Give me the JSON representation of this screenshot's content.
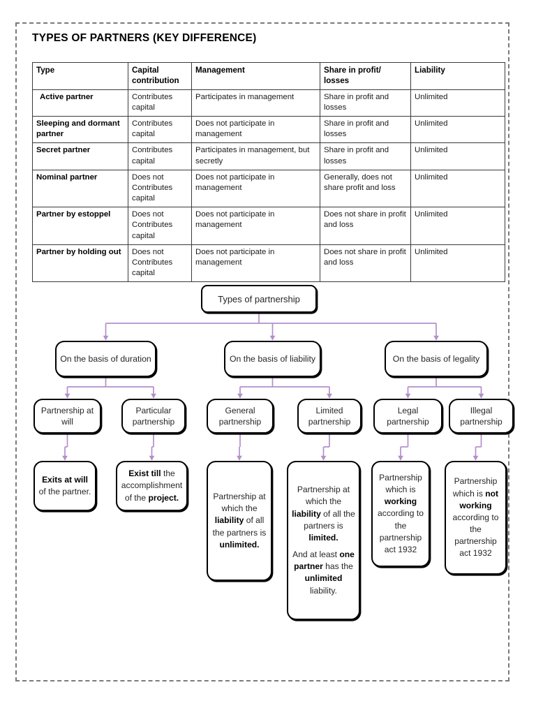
{
  "document": {
    "title": "TYPES OF PARTNERS (KEY DIFFERENCE)"
  },
  "table": {
    "headers": [
      "Type",
      "Capital contribution",
      "Management",
      "Share in profit/ losses",
      "Liability"
    ],
    "rows": [
      {
        "type": "Active partner",
        "capital": "Contributes capital",
        "management": "Participates in management",
        "share": "Share in profit and losses",
        "liability": "Unlimited"
      },
      {
        "type": "Sleeping and dormant partner",
        "capital": "Contributes capital",
        "management": "Does not participate in management",
        "share": "Share in profit and losses",
        "liability": "Unlimited"
      },
      {
        "type": "Secret partner",
        "capital": "Contributes capital",
        "management": "Participates in management, but secretly",
        "share": "Share in profit and losses",
        "liability": "Unlimited"
      },
      {
        "type": "Nominal partner",
        "capital": "Does not Contributes capital",
        "management": "Does not participate in management",
        "share": "Generally, does not share profit and loss",
        "liability": "Unlimited"
      },
      {
        "type": "Partner by estoppel",
        "capital": "Does not Contributes capital",
        "management": "Does not participate in management",
        "share": "Does not share in profit and loss",
        "liability": "Unlimited"
      },
      {
        "type": "Partner by holding out",
        "capital": "Does not Contributes capital",
        "management": "Does not participate in management",
        "share": "Does not share in profit and loss",
        "liability": "Unlimited"
      }
    ]
  },
  "flowchart": {
    "connector_color": "#b48ecb",
    "root": {
      "label": "Types of partnership"
    },
    "level2": [
      {
        "label": "On the basis of duration"
      },
      {
        "label": "On the basis of liability"
      },
      {
        "label": "On the basis of legality"
      }
    ],
    "level3": [
      {
        "label": "Partnership at will"
      },
      {
        "label": "Particular partnership"
      },
      {
        "label": "General partnership"
      },
      {
        "label": "Limited partnership"
      },
      {
        "label": "Legal partnership"
      },
      {
        "label": "Illegal partnership"
      }
    ],
    "leaves": [
      {
        "html": "<b>Exits at will</b> of the partner."
      },
      {
        "html": "<b>Exist till</b> the accomplishment of the <b>project.</b>"
      },
      {
        "html": "Partnership at which the <b>liability</b> of all the partners is <b>unlimited.</b>"
      },
      {
        "html": "Partnership at which the <b>liability</b> of all the partners is <b>limited.</b>",
        "html2": "And at least <b>one partner</b> has the <b>unlimited</b> liability."
      },
      {
        "html": "Partnership which is <b>working</b> according to the partnership act 1932"
      },
      {
        "html": "Partnership which is <b>not working</b> according to the partnership act 1932"
      }
    ]
  }
}
